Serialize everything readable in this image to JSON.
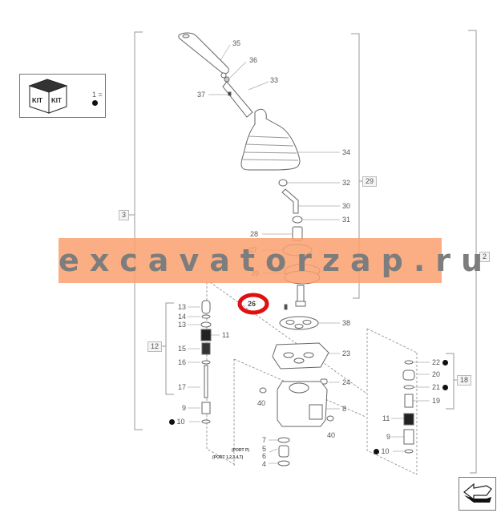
{
  "kit_legend": {
    "kit_labels": [
      "KIT",
      "KIT"
    ],
    "equation": "1 =",
    "marker": "filled-dot"
  },
  "watermark": {
    "text": "excavatorzap.ru",
    "bar_color": "#FAA06E",
    "text_color": "#7D7D7D"
  },
  "highlight": {
    "label": "26",
    "ring_color": "#E01010"
  },
  "assembly_brackets": [
    {
      "id": "3",
      "label": "3"
    },
    {
      "id": "29",
      "label": "29"
    },
    {
      "id": "2",
      "label": "2"
    },
    {
      "id": "12",
      "label": "12"
    },
    {
      "id": "18",
      "label": "18"
    }
  ],
  "part_labels": {
    "p35": "35",
    "p36": "36",
    "p37": "37",
    "p33": "33",
    "p34": "34",
    "p32": "32",
    "p30": "30",
    "p31": "31",
    "p28": "28",
    "p27": "27",
    "p39": "39",
    "p38": "38",
    "p23": "23",
    "p24": "24",
    "p40a": "40",
    "p40b": "40",
    "p8": "8",
    "p7": "7",
    "p5": "5",
    "p6": "6",
    "p4": "4",
    "left_13a": "13",
    "left_14": "14",
    "left_13b": "13",
    "left_11": "11",
    "left_15": "15",
    "left_16": "16",
    "left_17": "17",
    "left_9": "9",
    "left_10": "10",
    "right_22": "22",
    "right_20": "20",
    "right_21": "21",
    "right_19": "19",
    "right_11": "11",
    "right_9": "9",
    "right_10": "10"
  },
  "port_notes": {
    "port_p": "(PORT P)",
    "port_others": "(PORT 1,2,3,4,T)"
  },
  "navigation": {
    "back_arrow": "arrow-back-icon"
  }
}
